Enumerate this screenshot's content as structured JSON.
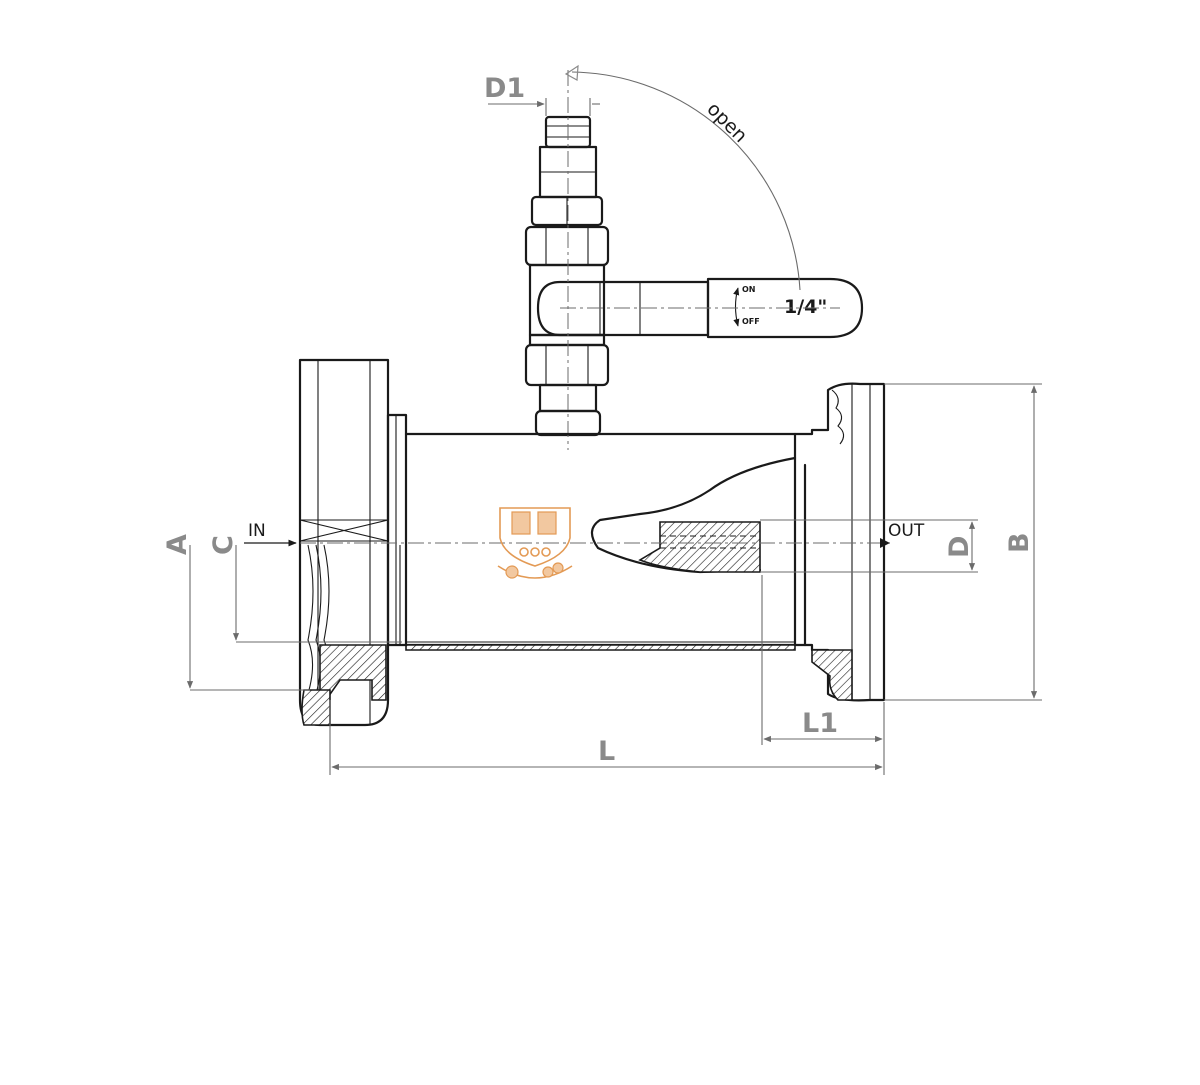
{
  "labels": {
    "d1": "D1",
    "open": "open",
    "on": "ON",
    "off": "OFF",
    "size": "1/4\"",
    "in": "IN",
    "out": "OUT",
    "a": "A",
    "c": "C",
    "d": "D",
    "b": "B",
    "l1": "L1",
    "l": "L"
  },
  "colors": {
    "line": "#1a1a1a",
    "dimension": "#8a8a8a",
    "logo": "#e39a55"
  }
}
